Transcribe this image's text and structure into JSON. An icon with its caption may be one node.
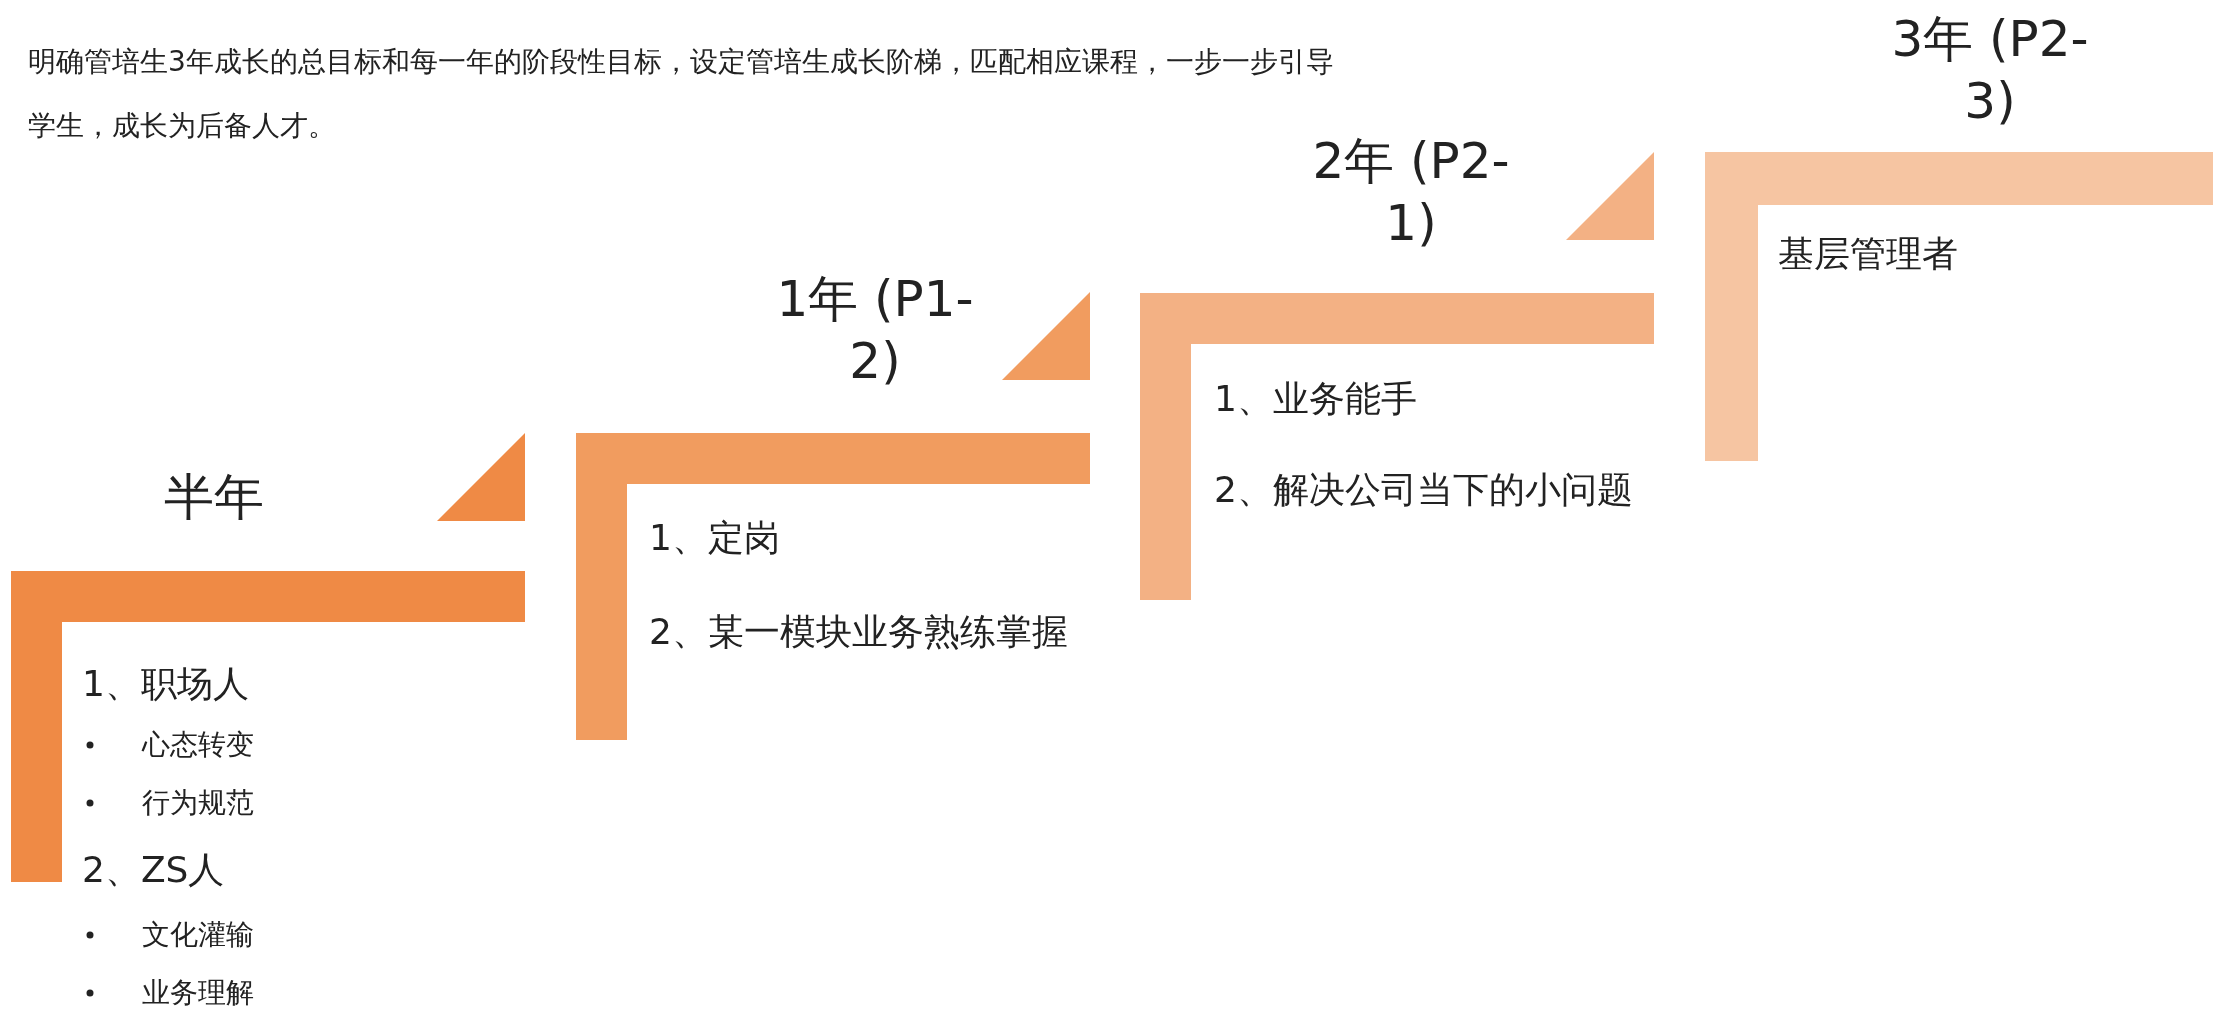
{
  "diagram": {
    "title": "明确管培生3年成长的总目标和每一年的阶段性目标，设定管培生成长阶梯，匹配相应课程，一步一步引导学生，成长为后备人才。",
    "nodes": [
      {
        "text": [
          "半年",
          "1、职场人",
          "心态转变",
          "行为规范",
          "2、ZS人",
          "文化灌输",
          "业务理解"
        ]
      },
      {
        "text": [
          "1年 (P1-2)",
          "1、定岗",
          "2、某一模块业务熟练掌握"
        ]
      },
      {
        "text": [
          "2年 (P2-1)",
          "1、业务能手",
          "2、解决公司当下的小问题"
        ]
      },
      {
        "text": [
          "3年 (P2-3)",
          "基层管理者"
        ]
      }
    ]
  }
}
